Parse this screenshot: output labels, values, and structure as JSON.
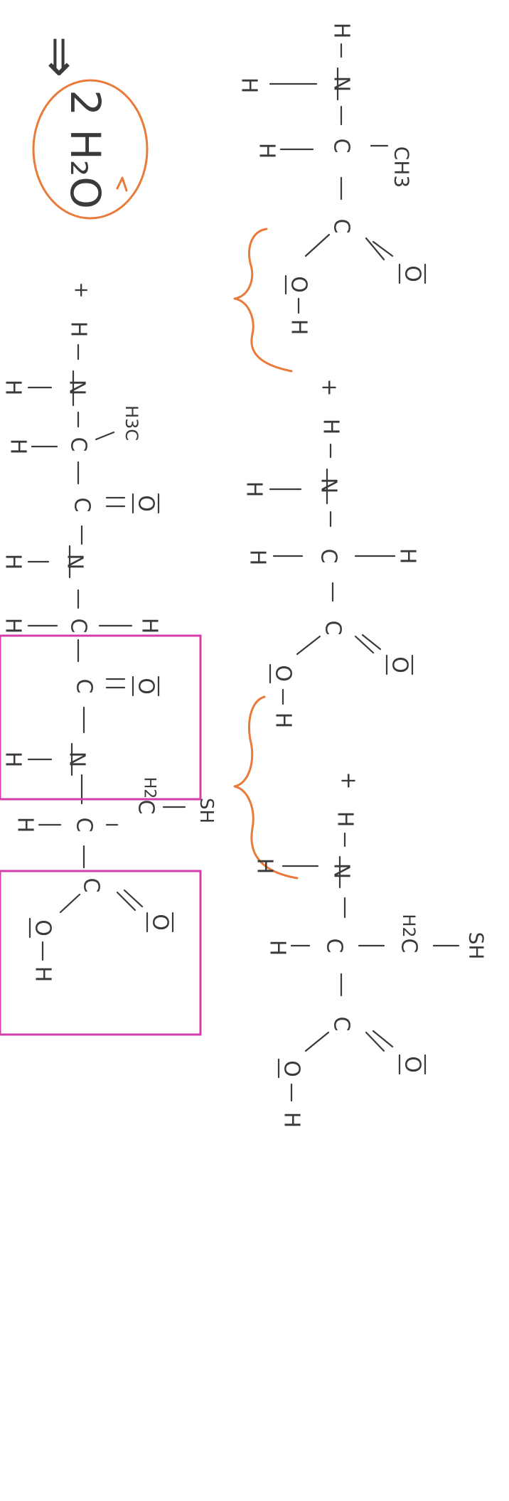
{
  "sheet_title": "Handwritten tripeptide formation: Alanine + Glycine + Cysteine",
  "colors": {
    "pencil": "#3a3a3a",
    "orange_marker": "#e97a3a",
    "magenta_marker": "#d43ca9"
  },
  "atoms": {
    "H": "H",
    "N": "N",
    "C": "C",
    "O": "O",
    "S": "S",
    "CH3": "CH3",
    "H3C": "H3C",
    "SH": "SH",
    "H2": "H2",
    "plus": "+",
    "water": "2 H2O",
    "arrow": "⇒"
  },
  "notes": {
    "water_label": "2 H₂O",
    "yields_symbol": "⇒"
  }
}
